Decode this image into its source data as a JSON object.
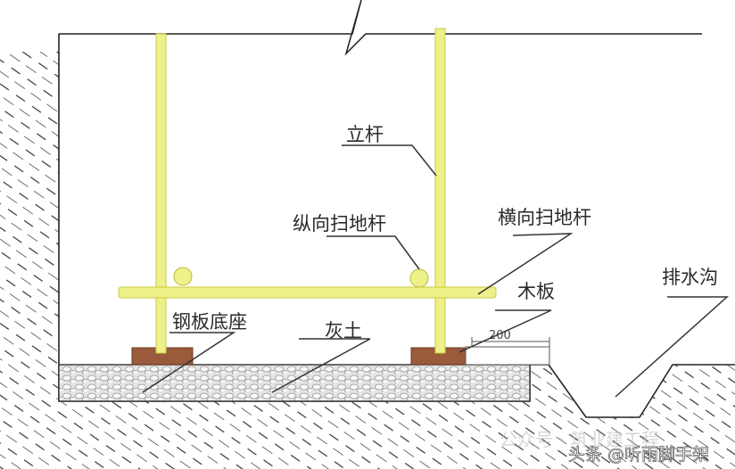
{
  "labels": {
    "upright": "立杆",
    "longitudinal_sweep_bar": "纵向扫地杆",
    "transverse_sweep_bar": "横向扫地杆",
    "wood_board": "木板",
    "drainage_ditch": "排水沟",
    "steel_base_plate": "钢板底座",
    "lime_soil": "灰土"
  },
  "dimension": "200",
  "watermark": {
    "main": "头条 @听雨脚手架",
    "faint": "公众号 · 筑业建工程"
  },
  "colors": {
    "pipe": "#eef08a",
    "pipe_edge": "#c9cc3f",
    "base_plate": "#9a5a3c",
    "gravel": "#dcdcdc"
  }
}
